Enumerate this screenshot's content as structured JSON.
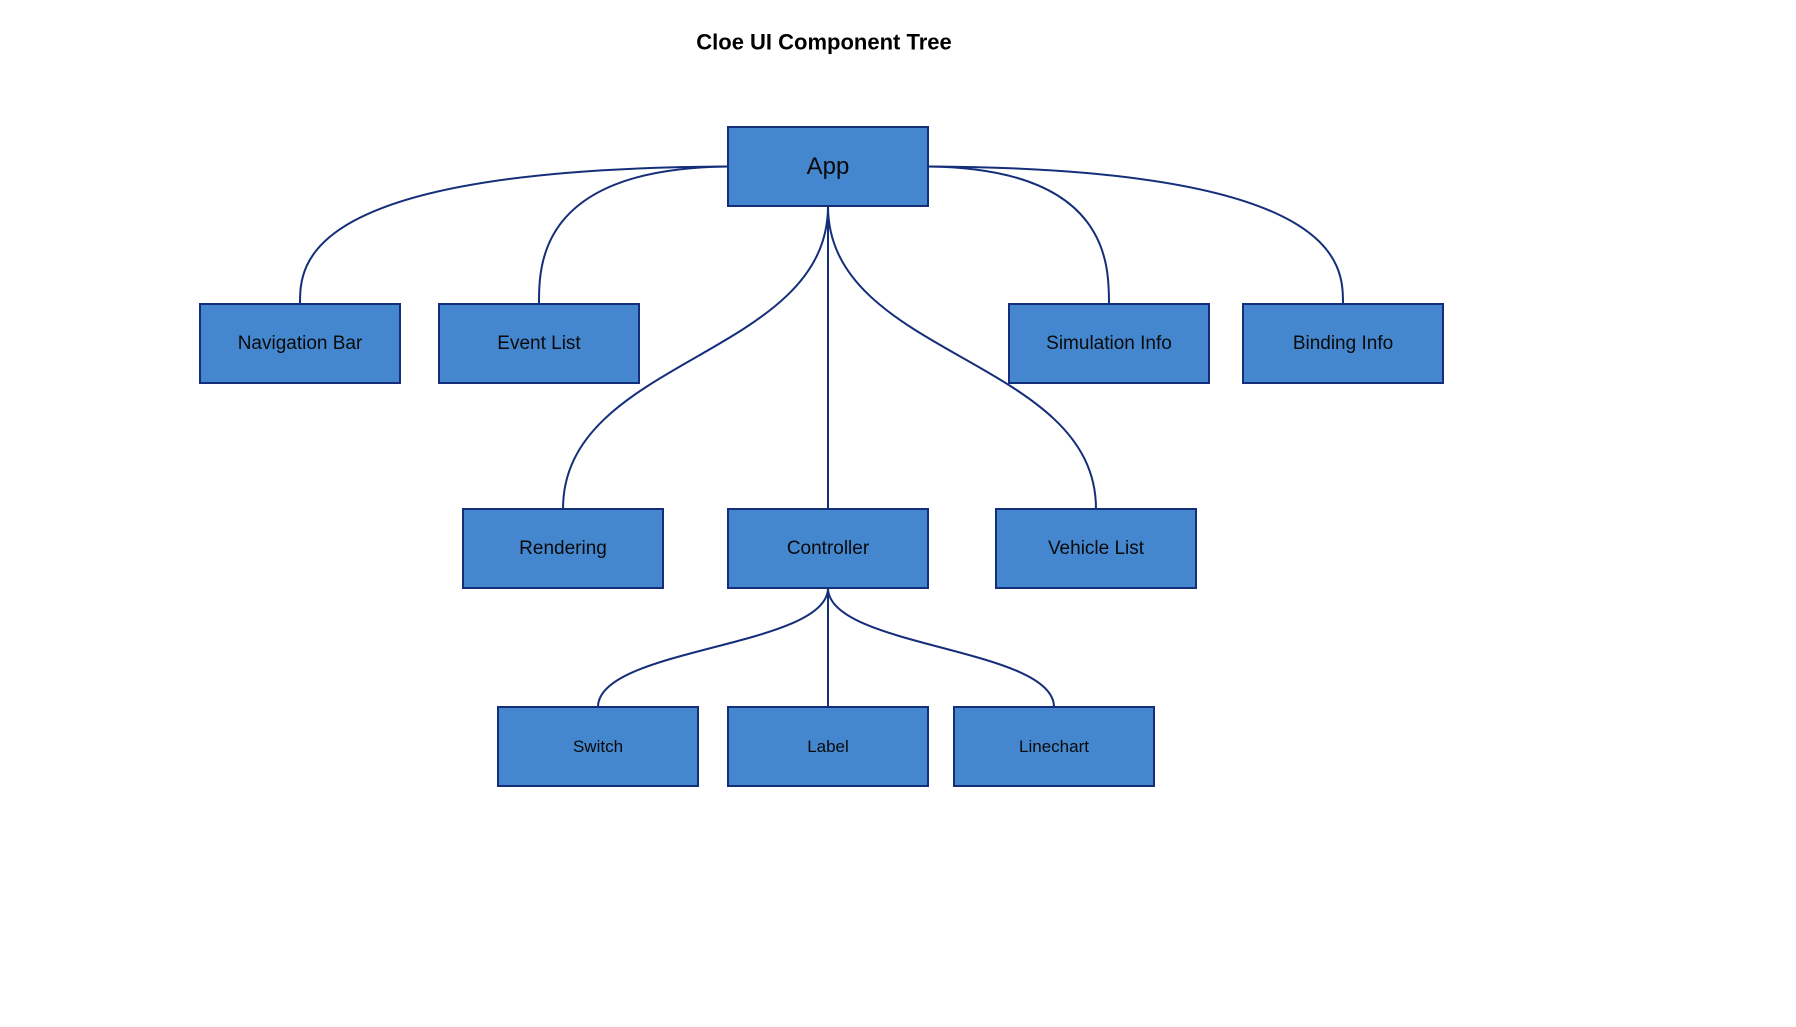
{
  "diagram": {
    "title": "Cloe UI Component Tree",
    "colors": {
      "node_fill": "#4487cf",
      "node_stroke": "#152e7a",
      "edge": "#152e7a",
      "text": "#0a0a0a"
    },
    "nodes": [
      {
        "id": "app",
        "label": "App"
      },
      {
        "id": "navigation-bar",
        "label": "Navigation Bar"
      },
      {
        "id": "event-list",
        "label": "Event List"
      },
      {
        "id": "simulation-info",
        "label": "Simulation Info"
      },
      {
        "id": "binding-info",
        "label": "Binding Info"
      },
      {
        "id": "rendering",
        "label": "Rendering"
      },
      {
        "id": "controller",
        "label": "Controller"
      },
      {
        "id": "vehicle-list",
        "label": "Vehicle List"
      },
      {
        "id": "switch",
        "label": "Switch"
      },
      {
        "id": "label",
        "label": "Label"
      },
      {
        "id": "linechart",
        "label": "Linechart"
      }
    ],
    "edges": [
      {
        "from": "app",
        "to": "navigation-bar"
      },
      {
        "from": "app",
        "to": "event-list"
      },
      {
        "from": "app",
        "to": "simulation-info"
      },
      {
        "from": "app",
        "to": "binding-info"
      },
      {
        "from": "app",
        "to": "rendering"
      },
      {
        "from": "app",
        "to": "controller"
      },
      {
        "from": "app",
        "to": "vehicle-list"
      },
      {
        "from": "controller",
        "to": "switch"
      },
      {
        "from": "controller",
        "to": "label"
      },
      {
        "from": "controller",
        "to": "linechart"
      }
    ]
  }
}
